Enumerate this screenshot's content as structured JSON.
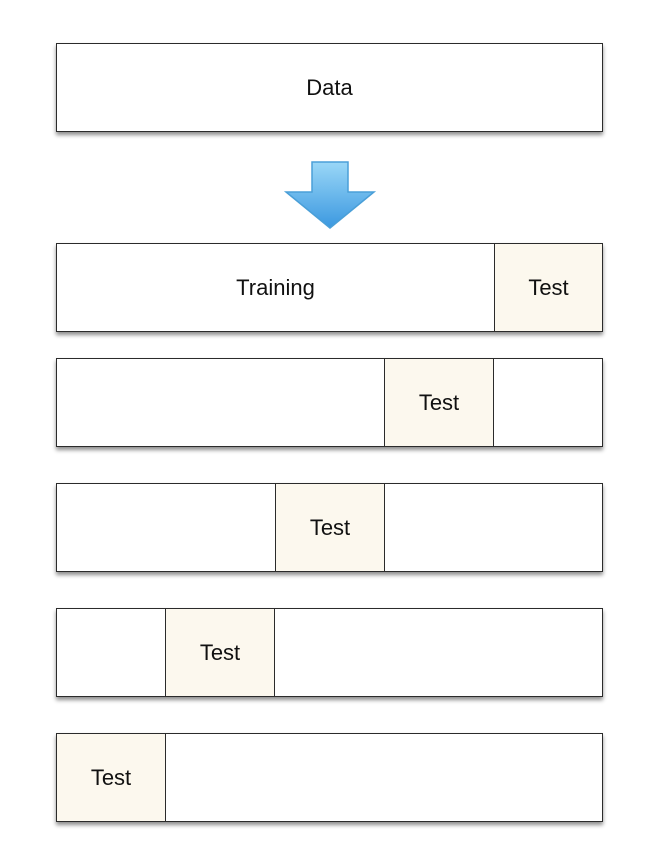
{
  "data_box": {
    "label": "Data"
  },
  "arrow": {
    "name": "down-arrow-icon",
    "color_top": "#8fd0f5",
    "color_bottom": "#3f9ee3"
  },
  "folds": [
    {
      "training_label": "Training",
      "test_label": "Test"
    },
    {
      "test_label": "Test"
    },
    {
      "test_label": "Test"
    },
    {
      "test_label": "Test"
    },
    {
      "test_label": "Test"
    }
  ],
  "colors": {
    "test_fill": "#fcf8ee",
    "border": "#2b2b2b"
  }
}
